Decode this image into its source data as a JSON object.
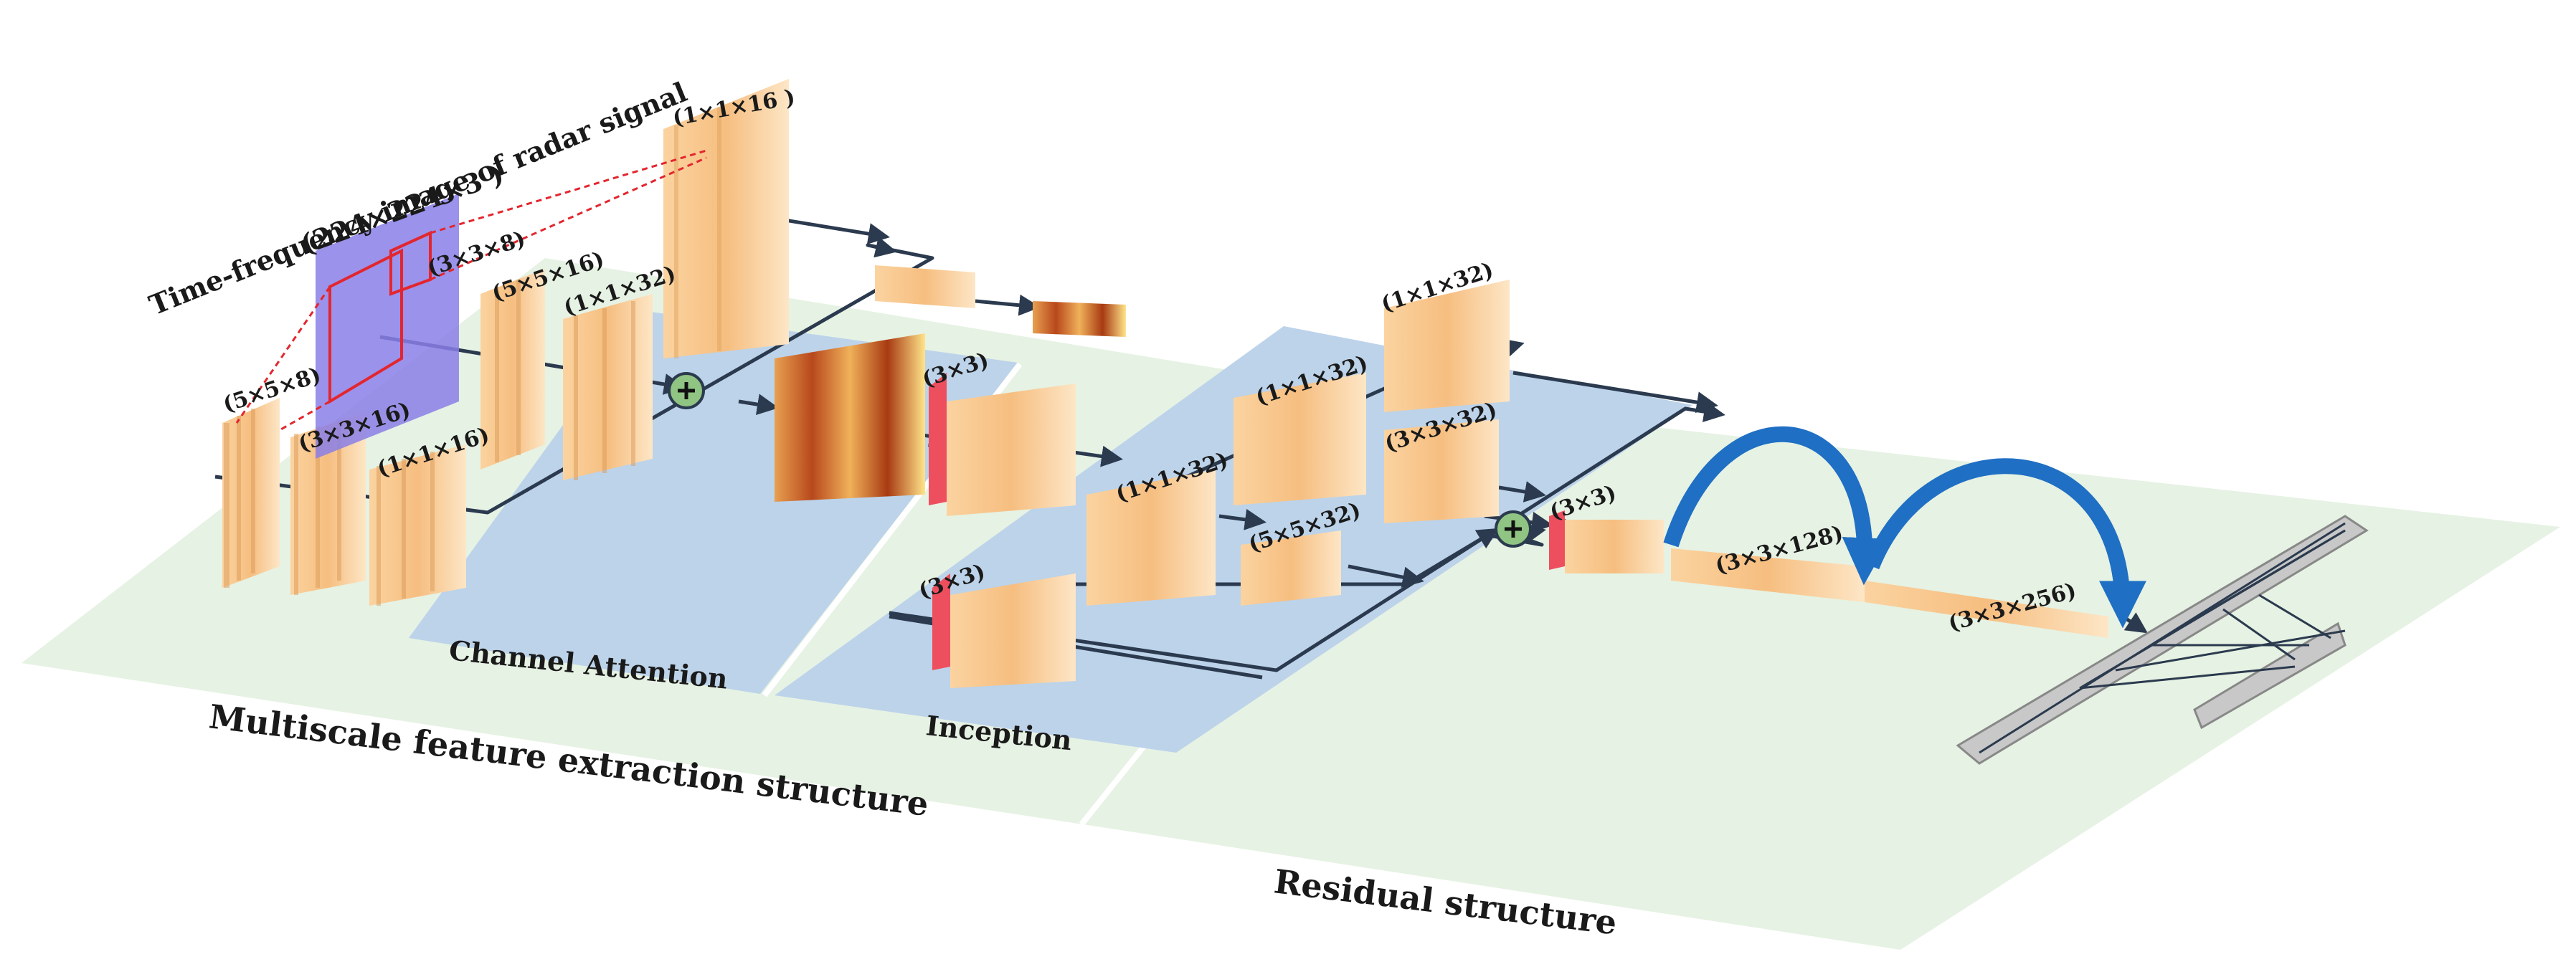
{
  "colors": {
    "ground": "#e6f2e3",
    "panel": "#bcd3ea",
    "feature_light": "#fde0b8",
    "feature_stripe": "#d99a55",
    "feature_dark": "#c55a1e",
    "conv_red": "#ee4f5e",
    "input_plane": "#8a7fe8",
    "adder": "#8fc483",
    "arrow": "#2b3a4e",
    "skip_arrow": "#1f6fc4",
    "fc": "#c8c8c8"
  },
  "labels": {
    "input_title": "Time-frequency image of radar signal",
    "input_size": "(224×224×3 )",
    "channel_attention": "Channel Attention",
    "inception": "Inception",
    "multiscale": "Multiscale feature extraction structure",
    "residual": "Residual structure"
  },
  "dims": {
    "k5x5x8": "(5×5×8)",
    "k3x3x8": "(3×3×8)",
    "k3x3x16": "(3×3×16)",
    "k1x1x16_a": "(1×1×16)",
    "k5x5x16": "(5×5×16)",
    "k1x1x32_a": "(1×1×32)",
    "k1x1x16_top": "(1×1×16 )",
    "k3x3_a": "(3×3)",
    "k3x3_b": "(3×3)",
    "k1x1x32_b": "(1×1×32)",
    "k1x1x32_c": "(1×1×32)",
    "k5x5x32": "(5×5×32)",
    "k1x1x32_d": "(1×1×32)",
    "k3x3x32": "(3×3×32)",
    "k3x3_c": "(3×3)",
    "k3x3x128": "(3×3×128)",
    "k3x3x256": "(3×3×256)"
  },
  "icons": {
    "adder_1": "plus-circle-icon",
    "adder_2": "plus-circle-icon"
  }
}
